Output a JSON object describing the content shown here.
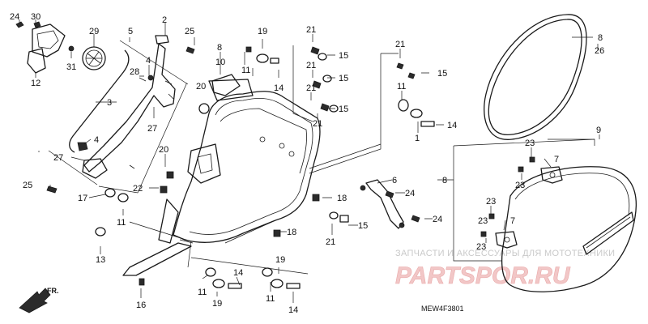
{
  "diagram": {
    "code": "MEW4F3801",
    "front_label": "FR.",
    "watermark_text": "ЗАПЧАСТИ И АКСЕССУАРЫ ДЛЯ МОТОТЕХНИКИ",
    "watermark_logo": "PARTSPOR.RU",
    "callouts": [
      {
        "id": "c24a",
        "text": "24"
      },
      {
        "id": "c30",
        "text": "30"
      },
      {
        "id": "c29",
        "text": "29"
      },
      {
        "id": "c31",
        "text": "31"
      },
      {
        "id": "c12",
        "text": "12"
      },
      {
        "id": "c5",
        "text": "5"
      },
      {
        "id": "c2",
        "text": "2"
      },
      {
        "id": "c25a",
        "text": "25"
      },
      {
        "id": "c4a",
        "text": "4"
      },
      {
        "id": "c28",
        "text": "28"
      },
      {
        "id": "c3",
        "text": "3"
      },
      {
        "id": "c27a",
        "text": "27"
      },
      {
        "id": "c4b",
        "text": "4"
      },
      {
        "id": "c27b",
        "text": "27"
      },
      {
        "id": "c25b",
        "text": "25"
      },
      {
        "id": "c8a",
        "text": "8"
      },
      {
        "id": "c10",
        "text": "10"
      },
      {
        "id": "c20a",
        "text": "20"
      },
      {
        "id": "c19a",
        "text": "19"
      },
      {
        "id": "c11a",
        "text": "11"
      },
      {
        "id": "c14a",
        "text": "14"
      },
      {
        "id": "c21a",
        "text": "21"
      },
      {
        "id": "c15a",
        "text": "15"
      },
      {
        "id": "c21b",
        "text": "21"
      },
      {
        "id": "c15b",
        "text": "15"
      },
      {
        "id": "c21c",
        "text": "21"
      },
      {
        "id": "c15c",
        "text": "15"
      },
      {
        "id": "c21d",
        "text": "21"
      },
      {
        "id": "c21e",
        "text": "21"
      },
      {
        "id": "c15d",
        "text": "15"
      },
      {
        "id": "c11b",
        "text": "11"
      },
      {
        "id": "c1",
        "text": "1"
      },
      {
        "id": "c14b",
        "text": "14"
      },
      {
        "id": "c8b",
        "text": "8"
      },
      {
        "id": "c26",
        "text": "26"
      },
      {
        "id": "c9",
        "text": "9"
      },
      {
        "id": "c20b",
        "text": "20"
      },
      {
        "id": "c22",
        "text": "22"
      },
      {
        "id": "c17",
        "text": "17"
      },
      {
        "id": "c11c",
        "text": "11"
      },
      {
        "id": "c13",
        "text": "13"
      },
      {
        "id": "c6",
        "text": "6"
      },
      {
        "id": "c8c",
        "text": "8"
      },
      {
        "id": "c24b",
        "text": "24"
      },
      {
        "id": "c18a",
        "text": "18"
      },
      {
        "id": "c15e",
        "text": "15"
      },
      {
        "id": "c21f",
        "text": "21"
      },
      {
        "id": "c24c",
        "text": "24"
      },
      {
        "id": "c18b",
        "text": "18"
      },
      {
        "id": "c23a",
        "text": "23"
      },
      {
        "id": "c7a",
        "text": "7"
      },
      {
        "id": "c23b",
        "text": "23"
      },
      {
        "id": "c23c",
        "text": "23"
      },
      {
        "id": "c23d",
        "text": "23"
      },
      {
        "id": "c7b",
        "text": "7"
      },
      {
        "id": "c23e",
        "text": "23"
      },
      {
        "id": "c14c",
        "text": "14"
      },
      {
        "id": "c19b",
        "text": "19"
      },
      {
        "id": "c11d",
        "text": "11"
      },
      {
        "id": "c19c",
        "text": "19"
      },
      {
        "id": "c11e",
        "text": "11"
      },
      {
        "id": "c16",
        "text": "16"
      },
      {
        "id": "c14d",
        "text": "14"
      }
    ]
  }
}
